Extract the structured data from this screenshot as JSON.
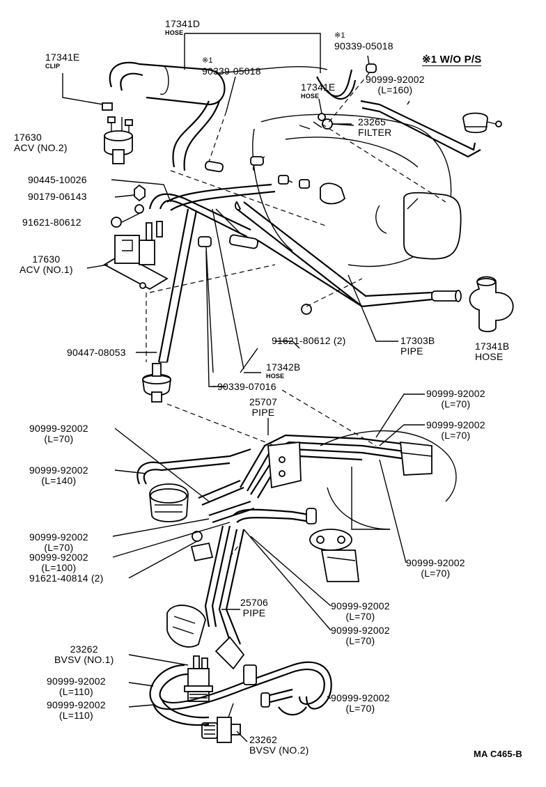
{
  "diagram": {
    "note": "※1 W/O P/S",
    "code": "MA C465-B",
    "labels": {
      "l17341d": {
        "num": "17341D",
        "sub": "HOSE"
      },
      "l17341e_clip": {
        "num": "17341E",
        "sub": "CLIP"
      },
      "l17630_2": {
        "num": "17630",
        "sub": "ACV (NO.2)"
      },
      "l90339_a": {
        "mark": "※1",
        "num": "90339-05018"
      },
      "l90339_b": {
        "mark": "※1",
        "num": "90339-05018"
      },
      "l17341e_hose": {
        "num": "17341E",
        "sub": "HOSE"
      },
      "l90999_160": {
        "num": "90999-92002",
        "sub": "(L=160)"
      },
      "l23265": {
        "num": "23265",
        "sub": "FILTER"
      },
      "l90445": "90445-10026",
      "l90179": "90179-06143",
      "l91621_a": "91621-80612",
      "l17630_1": {
        "num": "17630",
        "sub": "ACV (NO.1)"
      },
      "l90447": "90447-08053",
      "l91621_b": "91621-80612 (2)",
      "l17342b": {
        "num": "17342B",
        "sub": "HOSE"
      },
      "l17303b": {
        "num": "17303B",
        "sub": "PIPE"
      },
      "l17341b": {
        "num": "17341B",
        "sub": "HOSE"
      },
      "l90339_07016": "90339-07016",
      "l25707": {
        "num": "25707",
        "sub": "PIPE"
      },
      "l90999_r1": {
        "num": "90999-92002",
        "sub": "(L=70)"
      },
      "l90999_r2": {
        "num": "90999-92002",
        "sub": "(L=70)"
      },
      "l90999_l1": {
        "num": "90999-92002",
        "sub": "(L=70)"
      },
      "l90999_l2": {
        "num": "90999-92002",
        "sub": "(L=140)"
      },
      "l90999_l3": {
        "num": "90999-92002",
        "sub": "(L=70)"
      },
      "l90999_l4": {
        "num": "90999-92002",
        "sub": "(L=100)"
      },
      "l91621_40814": "91621-40814 (2)",
      "l90999_r3": {
        "num": "90999-92002",
        "sub": "(L=70)"
      },
      "l25706": {
        "num": "25706",
        "sub": "PIPE"
      },
      "l90999_r4": {
        "num": "90999-92002",
        "sub": "(L=70)"
      },
      "l90999_r5": {
        "num": "90999-92002",
        "sub": "(L=70)"
      },
      "l23262_1": {
        "num": "23262",
        "sub": "BVSV (NO.1)"
      },
      "l90999_l5": {
        "num": "90999-92002",
        "sub": "(L=110)"
      },
      "l90999_l6": {
        "num": "90999-92002",
        "sub": "(L=110)"
      },
      "l90999_r6": {
        "num": "90999-92002",
        "sub": "(L=70)"
      },
      "l23262_2": {
        "num": "23262",
        "sub": "BVSV (NO.2)"
      }
    }
  }
}
